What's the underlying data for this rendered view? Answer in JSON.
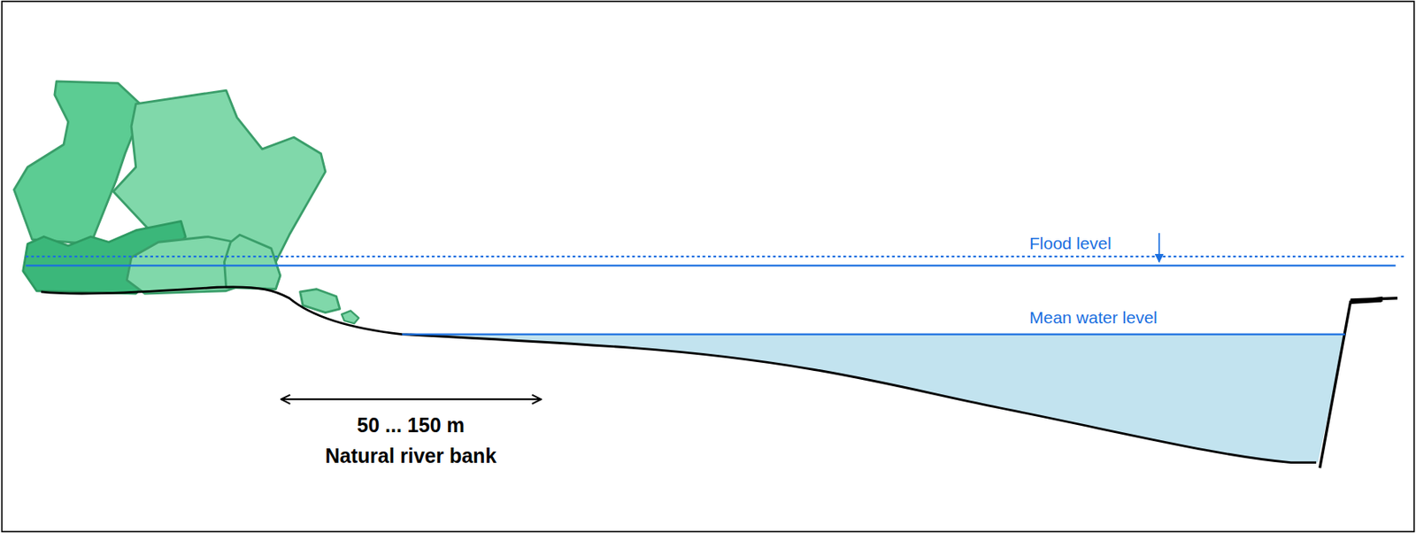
{
  "diagram": {
    "labels": [
      "Flood level",
      "Mean water level",
      "50 ... 150 m",
      "Natural river bank"
    ]
  }
}
